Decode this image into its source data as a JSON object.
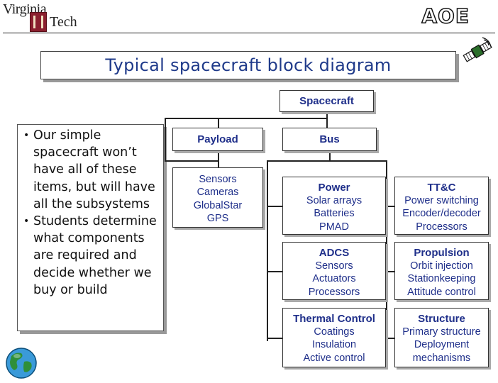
{
  "header": {
    "university_logo": {
      "line1": "Virginia",
      "line2": "Tech"
    },
    "department": "AOE"
  },
  "title": "Typical spacecraft block diagram",
  "bullets": [
    "Our simple spacecraft won’t have all of these items, but will have all the subsystems",
    "Students determine what components are required and decide whether we buy or build"
  ],
  "diagram": {
    "root": "Spacecraft",
    "payload": {
      "label": "Payload",
      "items": [
        "Sensors",
        "Cameras",
        "GlobalStar",
        "GPS"
      ]
    },
    "bus": {
      "label": "Bus"
    },
    "subsystems": {
      "power": {
        "label": "Power",
        "items": [
          "Solar arrays",
          "Batteries",
          "PMAD"
        ]
      },
      "ttc": {
        "label": "TT&C",
        "items": [
          "Power switching",
          "Encoder/decoder",
          "Processors"
        ]
      },
      "adcs": {
        "label": "ADCS",
        "items": [
          "Sensors",
          "Actuators",
          "Processors"
        ]
      },
      "propulsion": {
        "label": "Propulsion",
        "items": [
          "Orbit injection",
          "Stationkeeping",
          "Attitude control"
        ]
      },
      "thermal": {
        "label": "Thermal Control",
        "items": [
          "Coatings",
          "Insulation",
          "Active control"
        ]
      },
      "structure": {
        "label": "Structure",
        "items": [
          "Primary structure",
          "Deployment",
          "mechanisms"
        ]
      }
    }
  },
  "colors": {
    "diagram_text": "#1f2f8a",
    "title_text": "#1f3a8a",
    "vt_maroon": "#8a1f2e"
  },
  "icons": [
    "vt-logo-icon",
    "satellite-icon",
    "globe-icon"
  ]
}
